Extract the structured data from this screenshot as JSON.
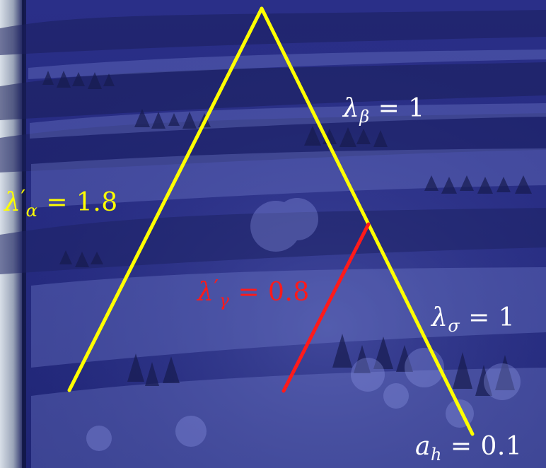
{
  "colors": {
    "background": "#252a82",
    "tree_main": "#ffff00",
    "tree_branch": "#ff1a1a",
    "label_white": "#ffffff",
    "label_yellow": "#ffff00",
    "label_red": "#ff1a1a"
  },
  "labels": {
    "lambda_beta": {
      "symbol": "λ",
      "subscript": "β",
      "value": "= 1"
    },
    "lambda_alpha_prime": {
      "symbol": "λ",
      "prime": "′",
      "subscript": "α",
      "value": "= 1.8"
    },
    "lambda_gamma_prime": {
      "symbol": "λ",
      "prime": "′",
      "subscript": "γ",
      "value": "= 0.8"
    },
    "lambda_sigma": {
      "symbol": "λ",
      "subscript": "σ",
      "value": "= 1"
    },
    "a_h": {
      "symbol": "a",
      "subscript": "h",
      "value": "= 0.1"
    }
  }
}
